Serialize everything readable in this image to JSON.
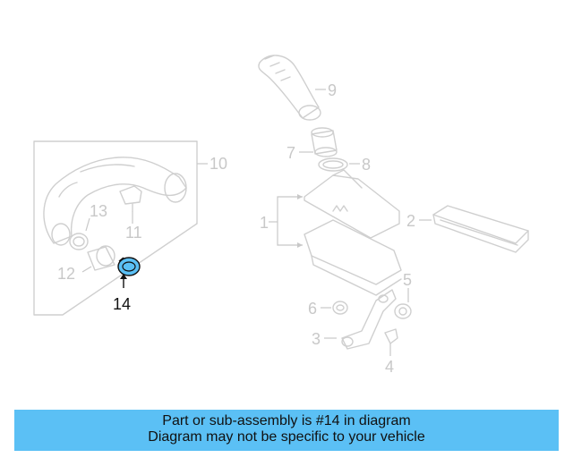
{
  "diagram": {
    "callouts": {
      "p1": "1",
      "p2": "2",
      "p3": "3",
      "p4": "4",
      "p5": "5",
      "p6": "6",
      "p7": "7",
      "p8": "8",
      "p9": "9",
      "p10": "10",
      "p11": "11",
      "p12": "12",
      "p13": "13",
      "p14": "14"
    },
    "highlight_part": "14",
    "colors": {
      "highlight_fill": "#5bc0f5",
      "line_art": "#cfcfcf",
      "banner_bg": "#5bc0f5"
    }
  },
  "banner": {
    "line1": "Part or sub-assembly is #14 in diagram",
    "line2": "Diagram may not be specific to your vehicle"
  }
}
